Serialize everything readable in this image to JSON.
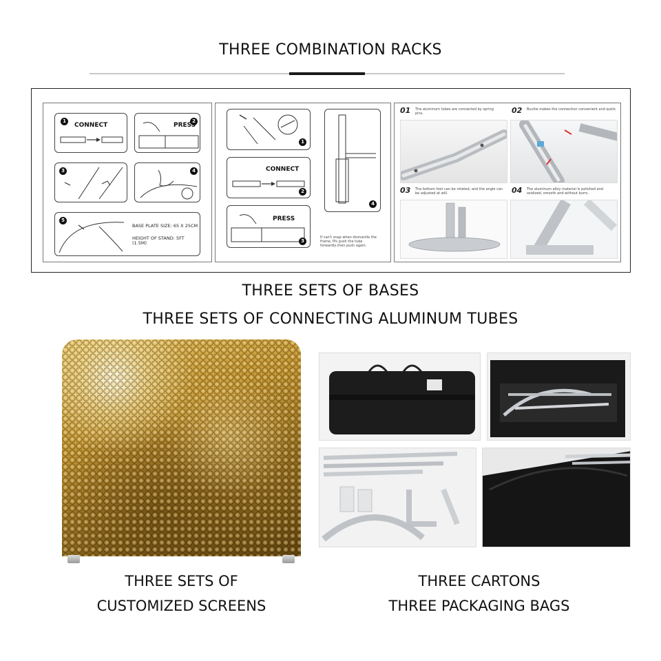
{
  "headings": {
    "racks": "THREE COMBINATION RACKS",
    "bases": "THREE SETS OF BASES",
    "tubes": "THREE SETS OF CONNECTING ALUMINUM TUBES"
  },
  "instructions": {
    "panel1": {
      "connect": "CONNECT",
      "press": "PRESS",
      "base_plate": "BASE PLATE SIZE: 65 X 25CM",
      "height": "HEIGHT OF STAND: 5FT (1.5M)",
      "steps": [
        "1",
        "2",
        "3",
        "4",
        "5"
      ]
    },
    "panel2": {
      "connect": "CONNECT",
      "press": "PRESS",
      "note": "If can't snap when dismantle the frame, Pls push the tube forwardly,then push again.",
      "steps": [
        "1",
        "2",
        "3",
        "4"
      ]
    },
    "panel3": {
      "items": [
        {
          "num": "01",
          "text": "The aluminum tubes are connected by spring pins."
        },
        {
          "num": "02",
          "text": "Buckle makes the connection convenient and quick."
        },
        {
          "num": "03",
          "text": "The bottom foot can be rotated, and the angle can be adjusted at will."
        },
        {
          "num": "04",
          "text": "The aluminum alloy material is polished and oxidized, smooth and without burrs."
        }
      ]
    }
  },
  "captions": {
    "screens_line1": "THREE SETS OF",
    "screens_line2": "CUSTOMIZED SCREENS",
    "cartons_line1": "THREE CARTONS",
    "cartons_line2": "THREE PACKAGING BAGS"
  },
  "colors": {
    "gold": "#c79a35",
    "bag": "#1b1b1b",
    "aluminum": "#c9ccd0"
  }
}
